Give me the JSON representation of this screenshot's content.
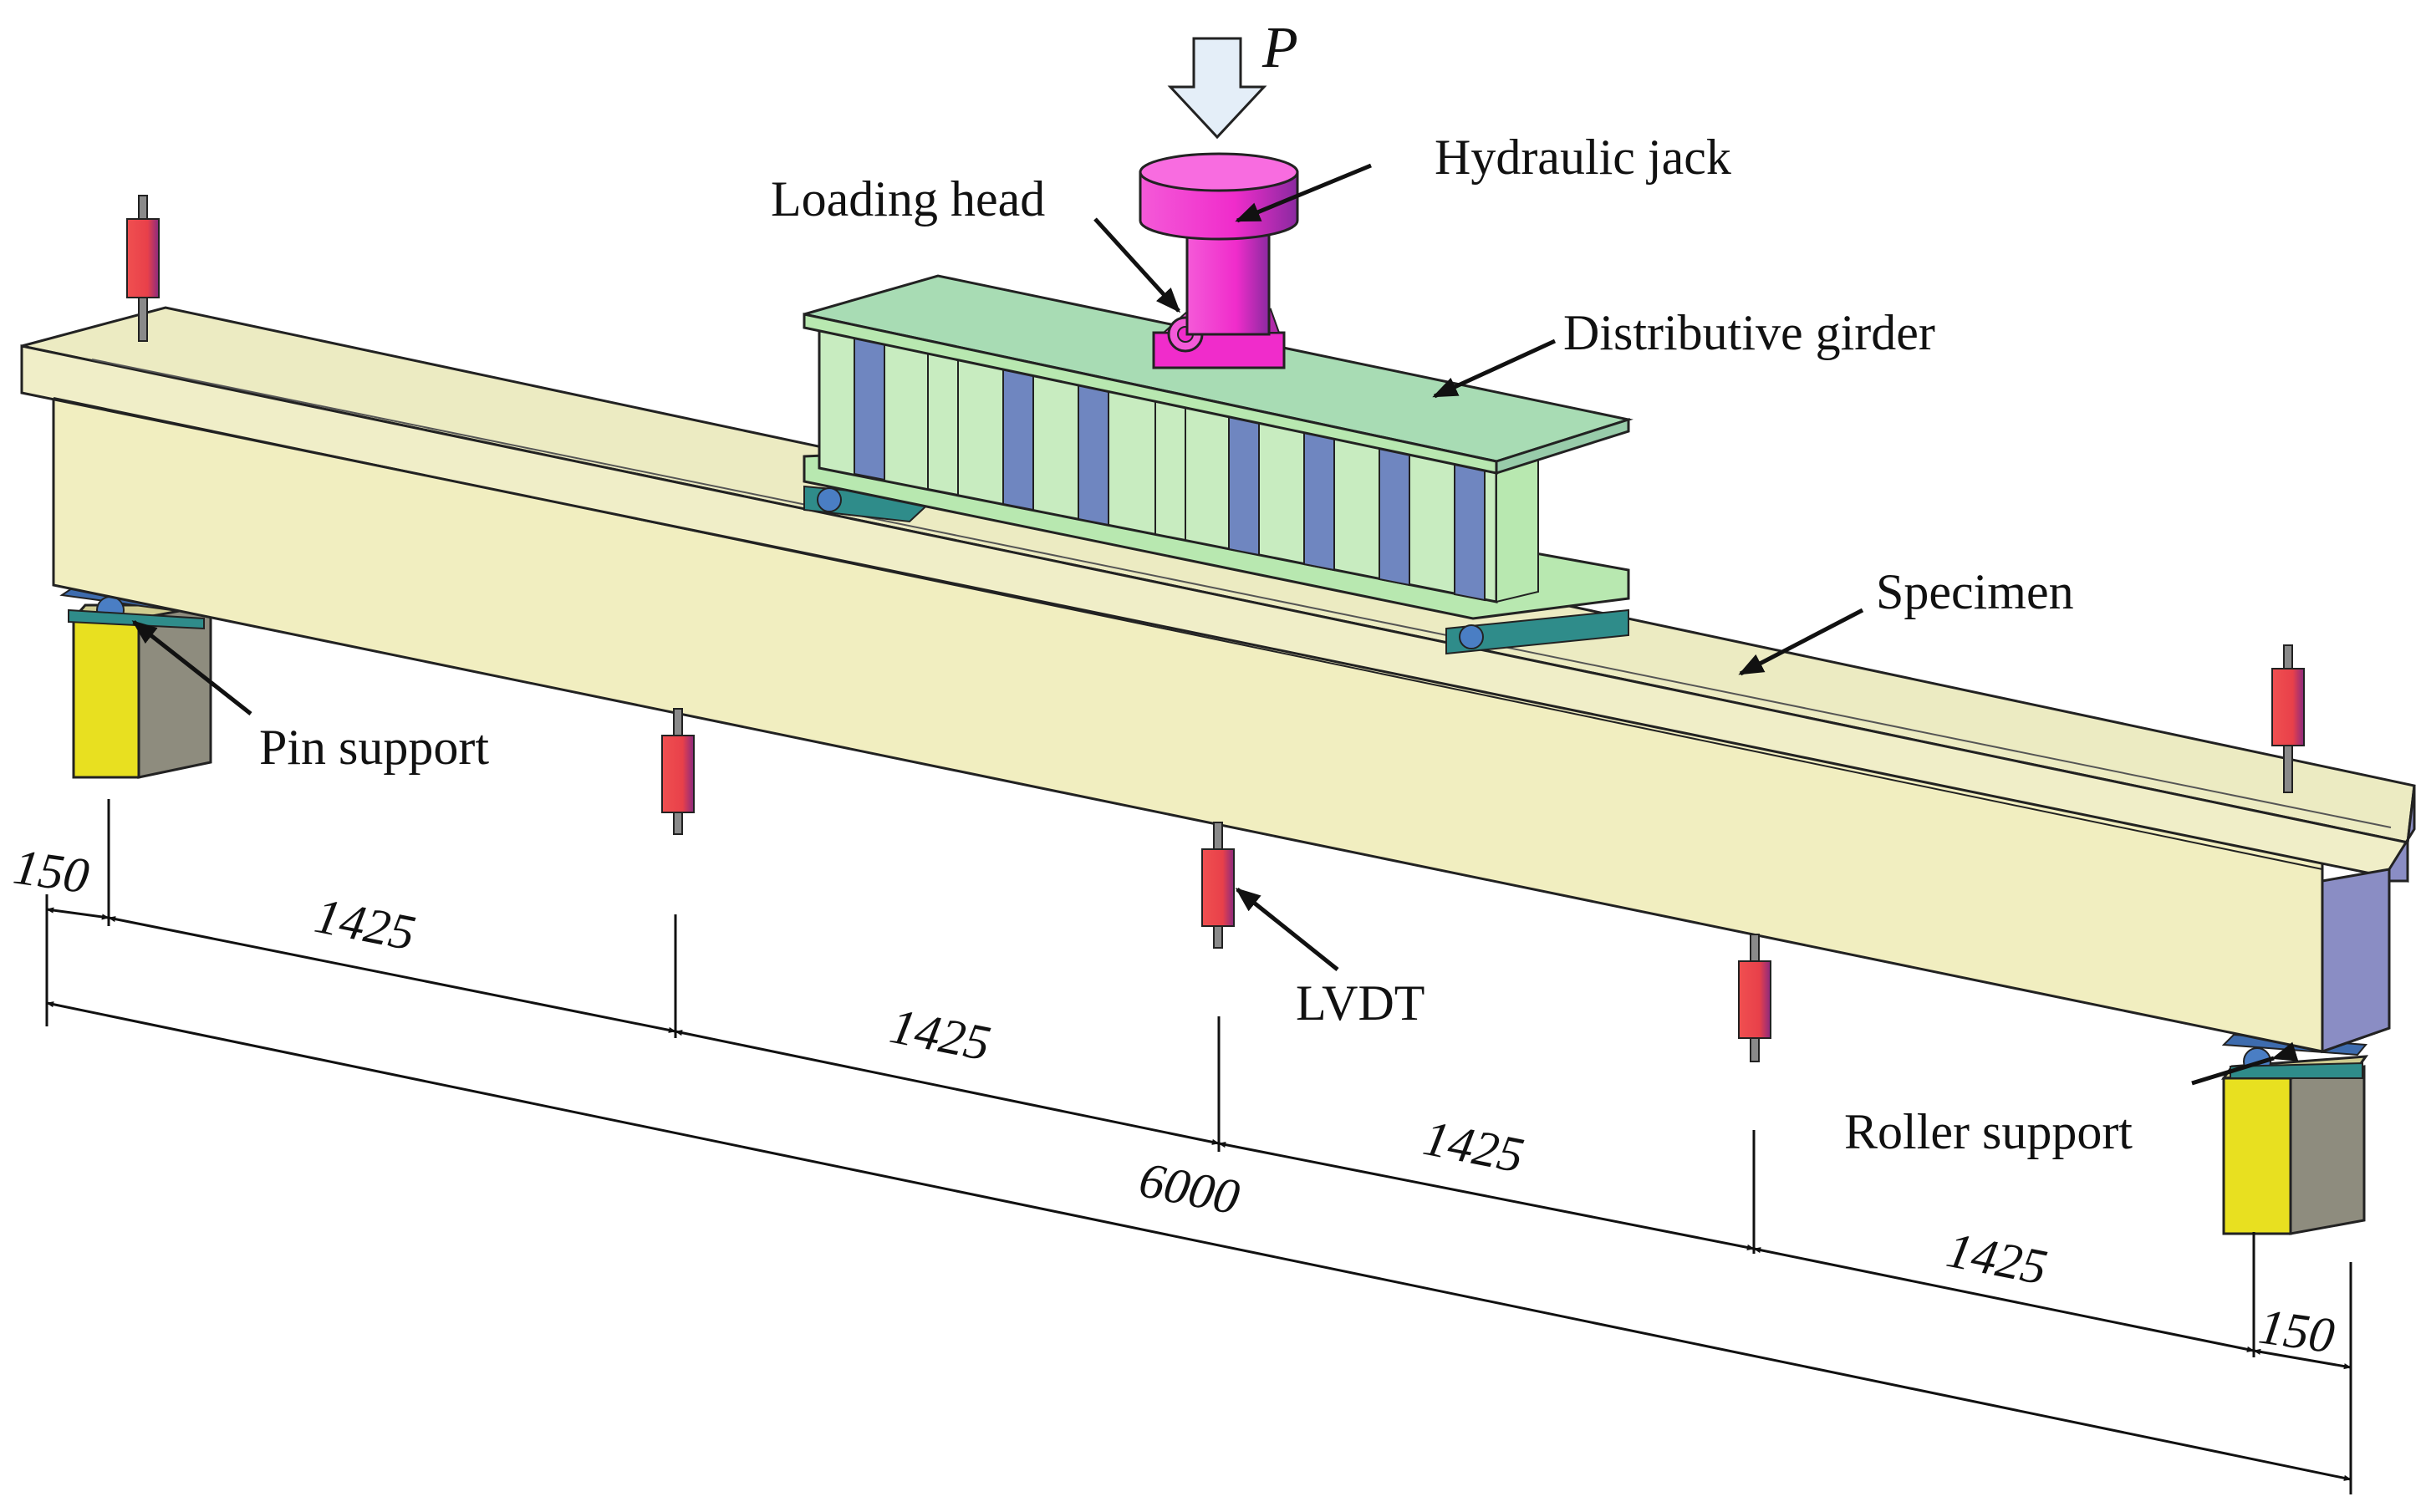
{
  "load_label": "P",
  "labels": {
    "hydraulic_jack": "Hydraulic jack",
    "loading_head": "Loading head",
    "distributive_girder": "Distributive girder",
    "specimen": "Specimen",
    "pin_support": "Pin support",
    "lvdt": "LVDT",
    "roller_support": "Roller support"
  },
  "dimensions": {
    "overhang_left": "150",
    "seg1": "1425",
    "seg2": "1425",
    "seg3": "1425",
    "seg4": "1425",
    "overhang_right": "150",
    "total": "6000"
  },
  "colors": {
    "beam_top": "#ecebc2",
    "beam_side": "#f1eec0",
    "beam_end": "#8a8dc4",
    "support_front": "#e8e020",
    "support_side": "#8e8c7e",
    "jack": "#f02ccb",
    "girder": "#b8e8b0",
    "stiffener": "#6f86c0",
    "bearing": "#4a7ec4",
    "lvdt": "#e8404a"
  }
}
